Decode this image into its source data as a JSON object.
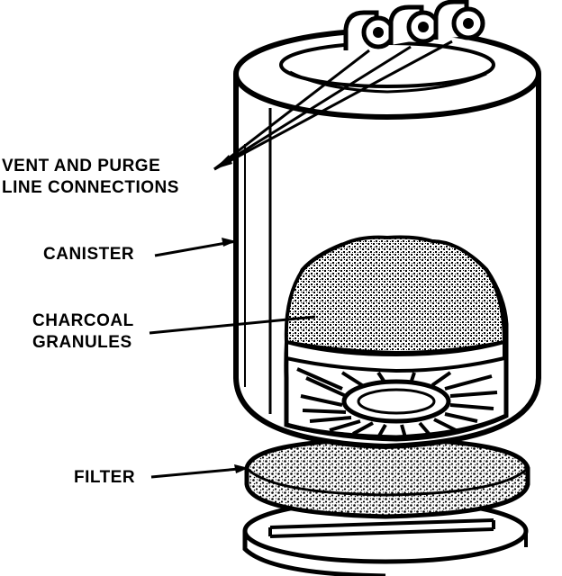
{
  "labels": {
    "vent_line1": "VENT AND PURGE",
    "vent_line2": "LINE CONNECTIONS",
    "canister": "CANISTER",
    "charcoal_line1": "CHARCOAL",
    "charcoal_line2": "GRANULES",
    "filter": "FILTER"
  },
  "colors": {
    "ink": "#000000",
    "paper": "#ffffff"
  }
}
